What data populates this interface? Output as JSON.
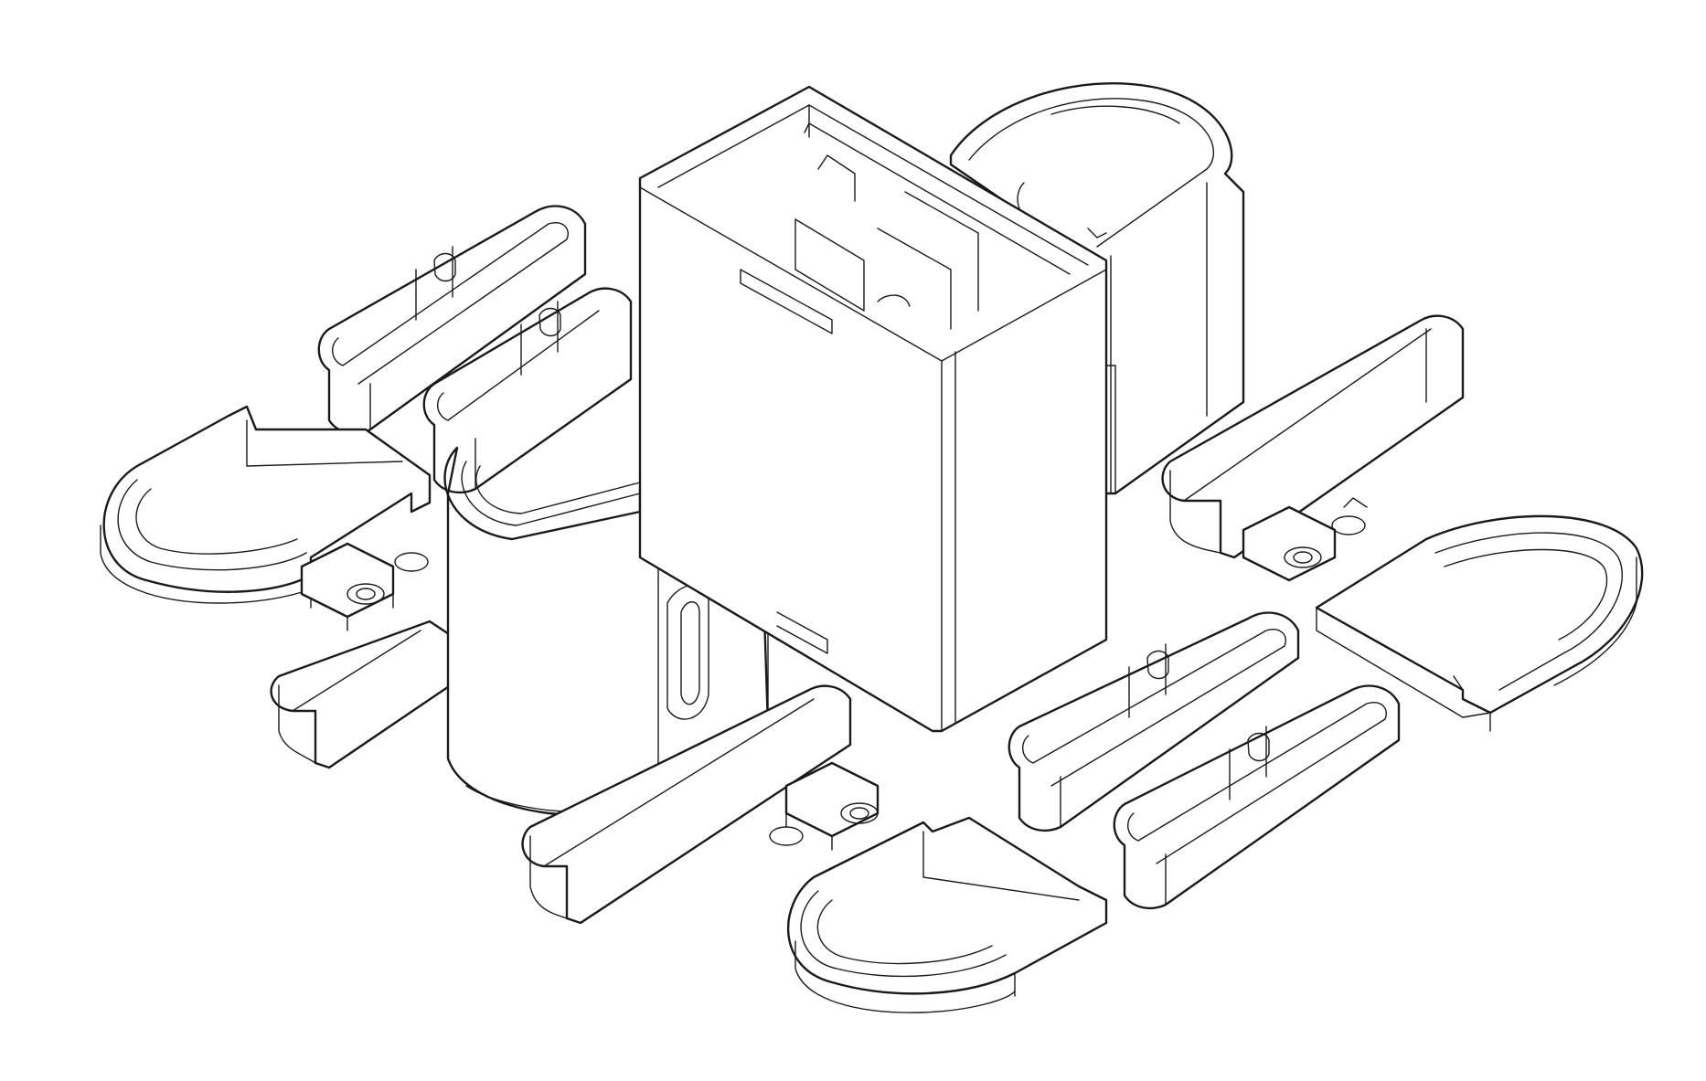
{
  "drawing": {
    "style": "isometric line art",
    "line_color": "#1a1a1a",
    "background_color": "#ffffff",
    "parts": [
      {
        "id": "box-frame",
        "kind": "box"
      },
      {
        "id": "cylinder-front",
        "kind": "cylinder"
      },
      {
        "id": "cylinder-back",
        "kind": "cylinder"
      },
      {
        "id": "clip-left",
        "kind": "clip"
      },
      {
        "id": "clip-bottom",
        "kind": "clip"
      },
      {
        "id": "clip-right",
        "kind": "clip"
      },
      {
        "id": "lever-left",
        "kind": "lever"
      },
      {
        "id": "lever-bottom",
        "kind": "lever"
      },
      {
        "id": "lever-right",
        "kind": "lever"
      },
      {
        "id": "link-top-left-a",
        "kind": "link"
      },
      {
        "id": "link-top-left-b",
        "kind": "link"
      },
      {
        "id": "link-bottom-right-a",
        "kind": "link"
      },
      {
        "id": "link-bottom-right-b",
        "kind": "link"
      },
      {
        "id": "eyelet-left",
        "kind": "eyelet"
      },
      {
        "id": "eyelet-bottom",
        "kind": "eyelet"
      },
      {
        "id": "eyelet-right",
        "kind": "eyelet"
      }
    ]
  }
}
